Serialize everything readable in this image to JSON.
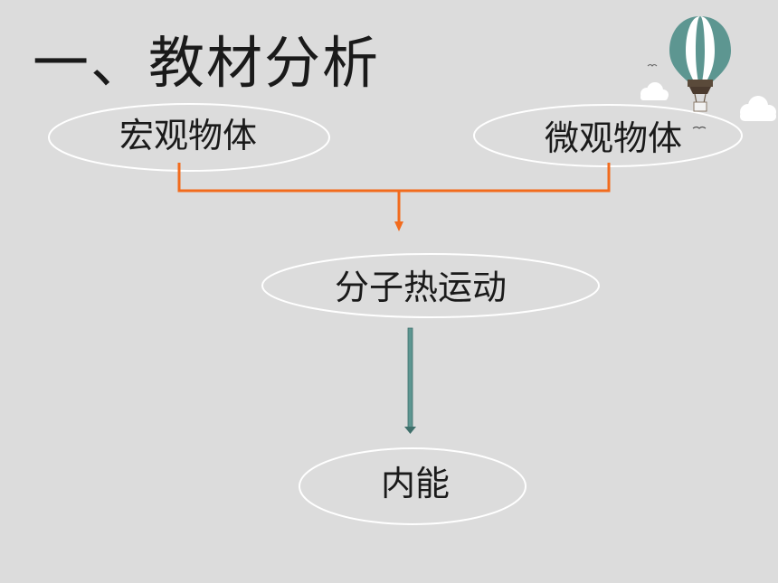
{
  "slide": {
    "title": "一、教材分析"
  },
  "nodes": {
    "macro": "宏观物体",
    "micro": "微观物体",
    "molecular_motion": "分子热运动",
    "internal_energy": "内能"
  },
  "colors": {
    "background": "#dcdcdc",
    "connector_orange": "#f26b1d",
    "arrow_teal": "#5d9691",
    "ellipse_stroke": "#ffffff",
    "balloon_teal": "#5d9691",
    "balloon_basket": "#5a4a3a"
  },
  "icons": [
    "hot-air-balloon-icon",
    "cloud-icon",
    "bird-icon"
  ]
}
